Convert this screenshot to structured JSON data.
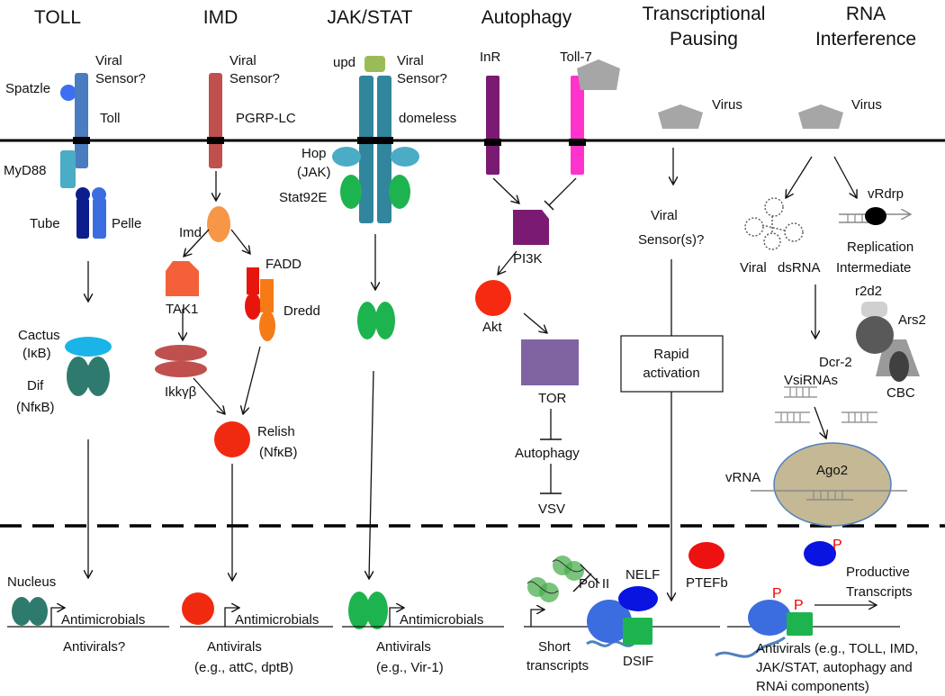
{
  "headers": {
    "toll": "TOLL",
    "imd": "IMD",
    "jakstat": "JAK/STAT",
    "autophagy": "Autophagy",
    "pausing_l1": "Transcriptional",
    "pausing_l2": "Pausing",
    "rnai_l1": "RNA",
    "rnai_l2": "Interference"
  },
  "toll": {
    "spatzle": "Spatzle",
    "sensor_l1": "Viral",
    "sensor_l2": "Sensor?",
    "receptor": "Toll",
    "myd88": "MyD88",
    "tube": "Tube",
    "pelle": "Pelle",
    "cactus": "Cactus",
    "cactus_alt": "(IκB)",
    "dif": "Dif",
    "dif_alt": "(NfκB)",
    "nucleus": "Nucleus",
    "gene": "Antimicrobials",
    "antivirals": "Antivirals?"
  },
  "imd": {
    "sensor_l1": "Viral",
    "sensor_l2": "Sensor?",
    "receptor": "PGRP-LC",
    "imd": "Imd",
    "tak1": "TAK1",
    "fadd": "FADD",
    "dredd": "Dredd",
    "ikk": "Ikkγβ",
    "relish": "Relish",
    "relish_alt": "(NfκB)",
    "gene": "Antimicrobials",
    "antivirals": "Antivirals",
    "examples": "(e.g., attC, dptB)"
  },
  "jakstat": {
    "upd": "upd",
    "sensor_l1": "Viral",
    "sensor_l2": "Sensor?",
    "receptor": "domeless",
    "hop": "Hop",
    "hop_alt": "(JAK)",
    "stat": "Stat92E",
    "gene": "Antimicrobials",
    "antivirals": "Antivirals",
    "examples": "(e.g., Vir-1)"
  },
  "autophagy": {
    "inr": "InR",
    "toll7": "Toll-7",
    "pi3k": "PI3K",
    "akt": "Akt",
    "tor": "TOR",
    "autophagy": "Autophagy",
    "vsv": "VSV"
  },
  "pausing": {
    "virus": "Virus",
    "sensor_l1": "Viral",
    "sensor_l2": "Sensor(s)?",
    "rapid_l1": "Rapid",
    "rapid_l2": "activation",
    "polii": "Pol II",
    "nelf": "NELF",
    "ptefb": "PTEFb",
    "dsif": "DSIF",
    "short_l1": "Short",
    "short_l2": "transcripts"
  },
  "rnai": {
    "virus": "Virus",
    "vrdrp": "vRdrp",
    "dsrna_l1": "Viral",
    "dsrna_l2": "dsRNA",
    "rep_l1": "Replication",
    "rep_l2": "Intermediate",
    "r2d2": "r2d2",
    "ars2": "Ars2",
    "dcr2": "Dcr-2",
    "cbc": "CBC",
    "vsirnas": "VsiRNAs",
    "vrna": "vRNA",
    "ago2": "Ago2",
    "p": "P",
    "productive_l1": "Productive",
    "productive_l2": "Transcripts",
    "antivirals_l1": "Antivirals (e.g., TOLL, IMD,",
    "antivirals_l2": "JAK/STAT, autophagy and",
    "antivirals_l3": "RNAi components)"
  },
  "colors": {
    "membrane": "#000000",
    "toll_receptor": "#4a7cc0",
    "myd88": "#4bacc6",
    "tube": "#0d1e8c",
    "pelle": "#3b6de0",
    "imd_receptor": "#c0504d",
    "imd_protein": "#f79646",
    "tak1": "#f4603a",
    "fadd": "#e8150f",
    "ikk": "#c0504d",
    "relish": "#f02a10",
    "jak_receptor": "#31859c",
    "upd": "#9bbb59",
    "hop": "#4bacc6",
    "stat": "#1db44f",
    "inr": "#7a1a73",
    "toll7": "#ff33cc",
    "akt": "#f52a10",
    "tor": "#8064a2",
    "virus": "#a6a6a6",
    "polii": "#3b6de0",
    "nelf": "#0a14e0",
    "dsif": "#1db44f",
    "ptefb": "#ee1111",
    "ago2": "#c4b895",
    "p_label": "#ee0000"
  }
}
